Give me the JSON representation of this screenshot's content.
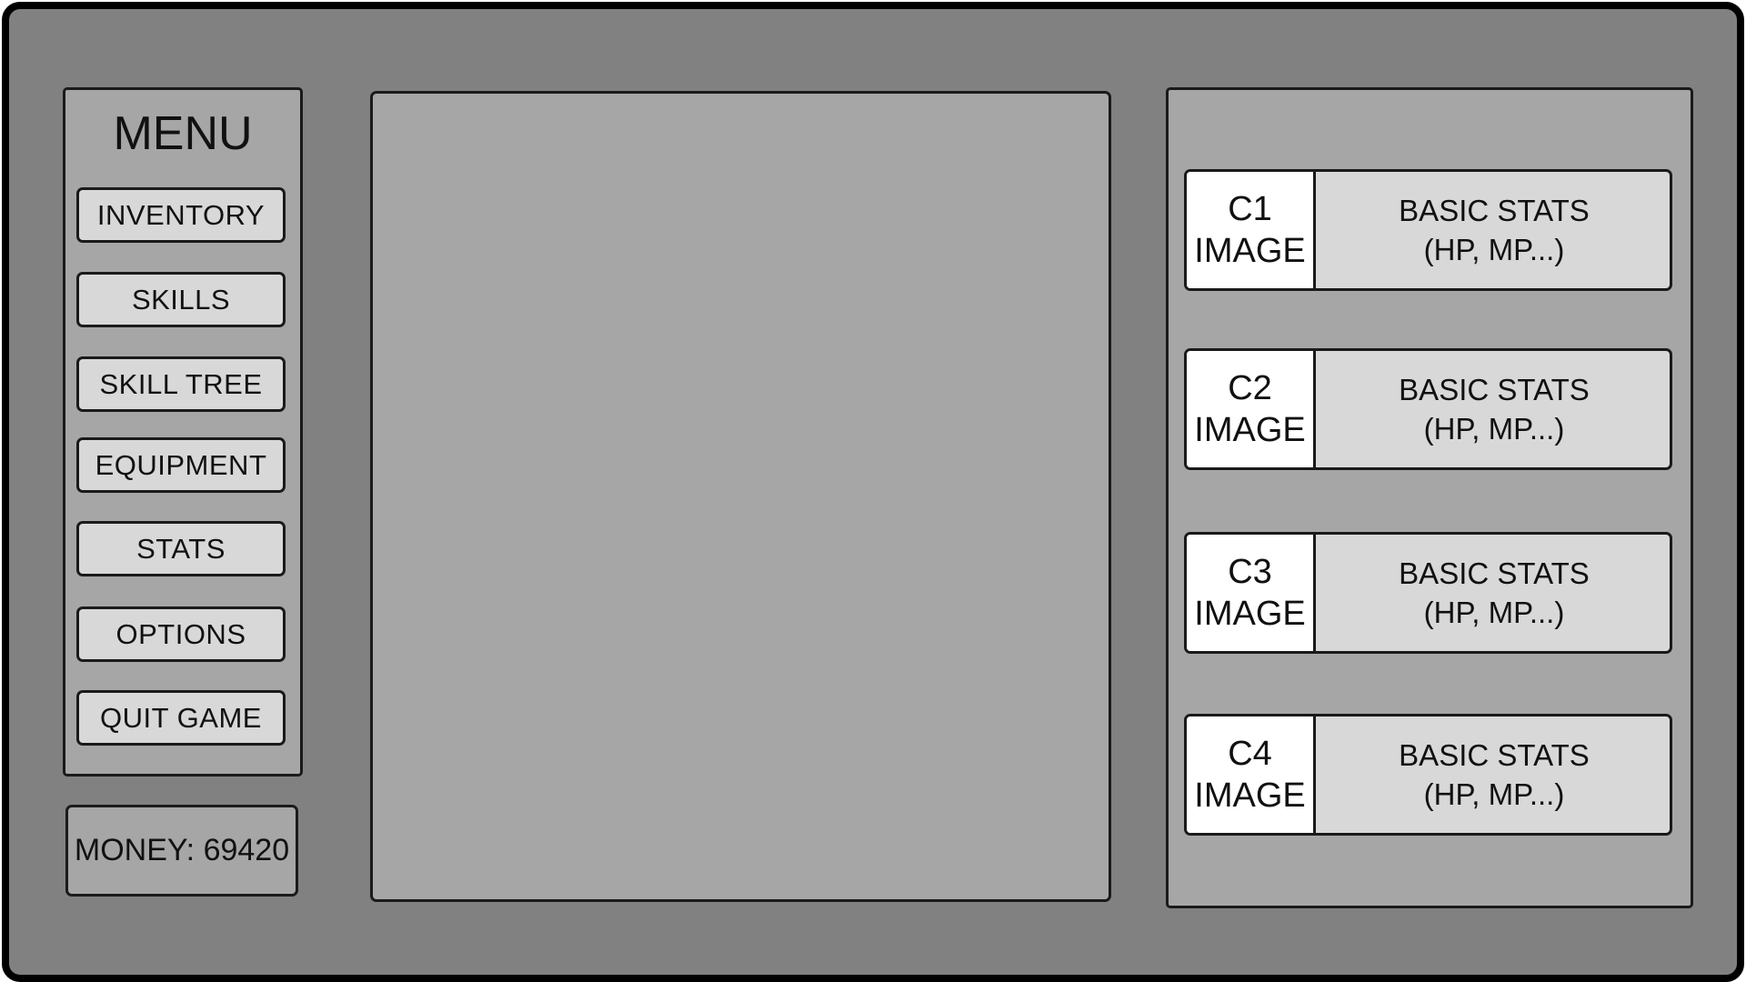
{
  "menu": {
    "title": "MENU",
    "items": [
      {
        "label": "INVENTORY"
      },
      {
        "label": "SKILLS"
      },
      {
        "label": "SKILL TREE"
      },
      {
        "label": "EQUIPMENT"
      },
      {
        "label": "STATS"
      },
      {
        "label": "OPTIONS"
      },
      {
        "label": "QUIT GAME"
      }
    ]
  },
  "money": {
    "text": "MONEY: 69420"
  },
  "party": {
    "characters": [
      {
        "id": "C1",
        "image_label": "IMAGE",
        "stats_line1": "BASIC STATS",
        "stats_line2": "(HP, MP...)"
      },
      {
        "id": "C2",
        "image_label": "IMAGE",
        "stats_line1": "BASIC STATS",
        "stats_line2": "(HP, MP...)"
      },
      {
        "id": "C3",
        "image_label": "IMAGE",
        "stats_line1": "BASIC STATS",
        "stats_line2": "(HP, MP...)"
      },
      {
        "id": "C4",
        "image_label": "IMAGE",
        "stats_line1": "BASIC STATS",
        "stats_line2": "(HP, MP...)"
      }
    ]
  },
  "colors": {
    "frame_background": "#818181",
    "panel_background": "#a6a6a6",
    "button_background": "#d8d8d8",
    "image_background": "#ffffff",
    "border": "#1a1a1a"
  }
}
